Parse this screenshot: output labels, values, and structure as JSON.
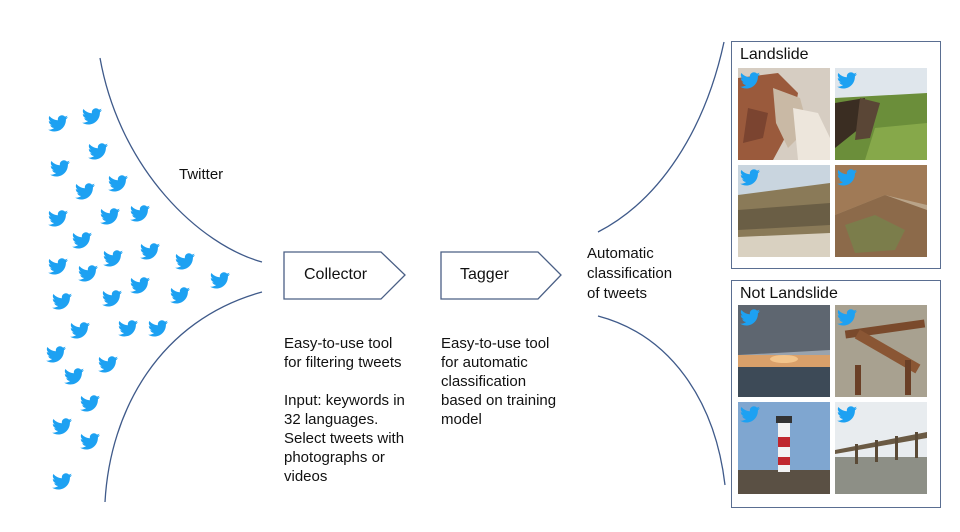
{
  "source": {
    "label": "Twitter",
    "bird_icon": "twitter-bird-icon",
    "bird_color": "#1da1f2"
  },
  "collector": {
    "label": "Collector",
    "description": [
      "Easy-to-use tool",
      "for filtering tweets",
      "",
      "Input: keywords in",
      "32 languages.",
      "Select tweets with",
      "photographs or",
      "videos"
    ]
  },
  "tagger": {
    "label": "Tagger",
    "description": [
      "Easy-to-use tool",
      "for automatic",
      "classification",
      "based on training",
      "model"
    ]
  },
  "classification": {
    "label": [
      "Automatic",
      "classification",
      "of tweets"
    ]
  },
  "panels": [
    {
      "title": "Landslide",
      "photos": [
        "cliff-erosion-photo",
        "grassy-cliff-photo",
        "beach-cliff-photo",
        "rock-slope-photo"
      ]
    },
    {
      "title": "Not Landslide",
      "photos": [
        "sunset-sea-photo",
        "rusty-pipes-photo",
        "lighthouse-photo",
        "pier-posts-photo"
      ]
    }
  ],
  "colors": {
    "line": "#3f5a8a",
    "box_border": "#4a5f85"
  }
}
